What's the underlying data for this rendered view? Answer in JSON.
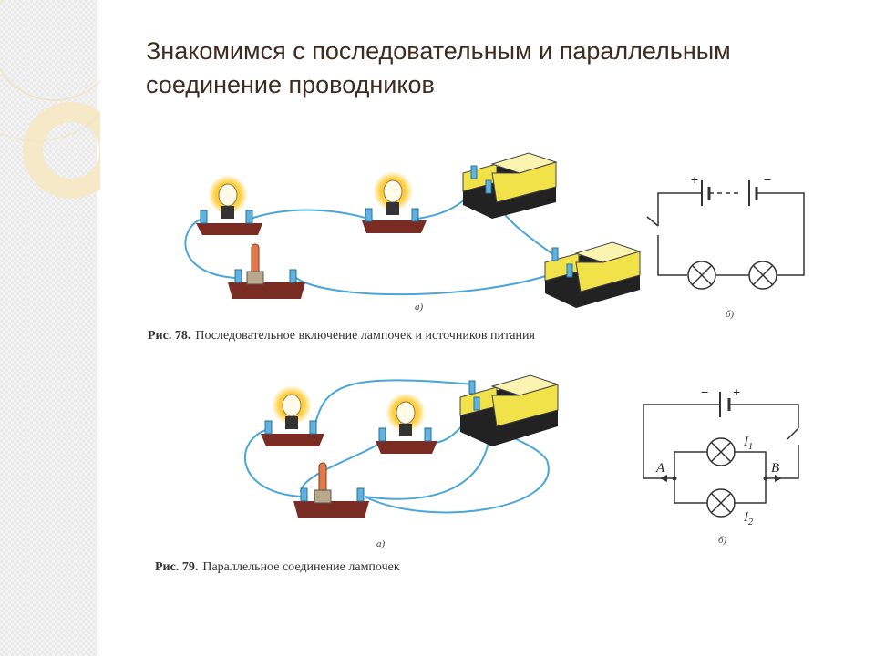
{
  "slide": {
    "title_line1": "Знакомимся с последовательным и параллельным",
    "title_line2": "соединение проводников"
  },
  "figure78": {
    "caption_num": "Рис. 78.",
    "caption_text": "Последовательное включение лампочек и источников питания",
    "label_a": "а)",
    "label_b": "б)",
    "plus": "+",
    "minus": "−"
  },
  "figure79": {
    "caption_num": "Рис. 79.",
    "caption_text": "Параллельное соединение лампочек",
    "label_a": "а)",
    "label_b": "б)",
    "node_a": "A",
    "node_b": "B",
    "current1": "I",
    "current1_sub": "1",
    "current2": "I",
    "current2_sub": "2",
    "plus": "+",
    "minus": "−"
  },
  "colors": {
    "title": "#3d2c1f",
    "wire": "#4aa6d8",
    "base": "#7a2b22",
    "battery_yellow": "#f2e24a",
    "glow": "#ffd24d"
  }
}
